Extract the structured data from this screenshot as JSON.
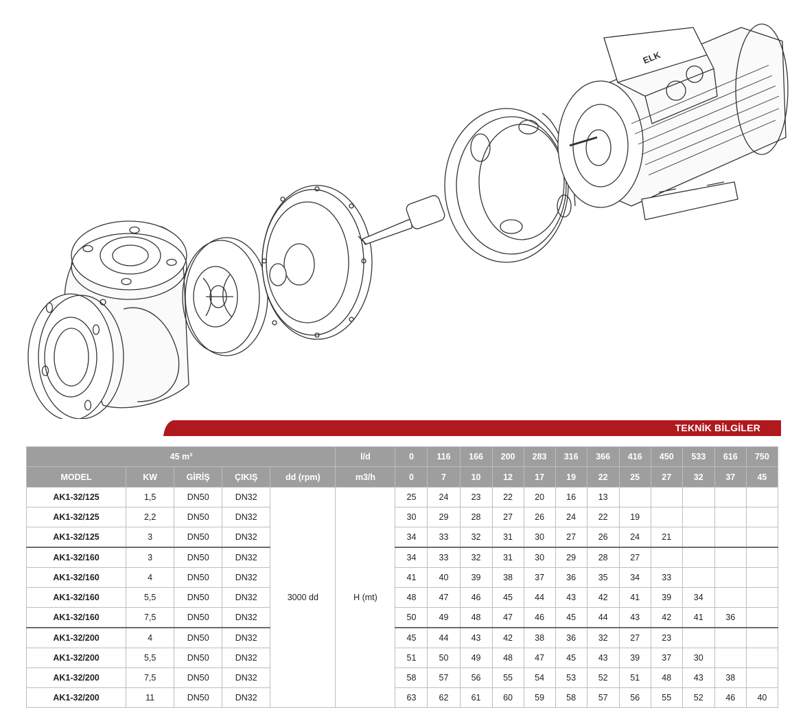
{
  "brand_logo_text": "ELK",
  "section_title": "TEKNİK BİLGİLER",
  "colors": {
    "banner": "#b0191e",
    "header_bg": "#9e9e9e",
    "header_text": "#ffffff",
    "grid": "#bdbdbd"
  },
  "table": {
    "header_row1": {
      "capacity_label": "45 m³",
      "unit_label": "l/d",
      "flow_values": [
        "0",
        "116",
        "166",
        "200",
        "283",
        "316",
        "366",
        "416",
        "450",
        "533",
        "616",
        "750"
      ]
    },
    "header_row2": {
      "model": "MODEL",
      "kw": "KW",
      "inlet": "GİRİŞ",
      "outlet": "ÇIKIŞ",
      "speed": "dd (rpm)",
      "unit_label": "m3/h",
      "flow_values": [
        "0",
        "7",
        "10",
        "12",
        "17",
        "19",
        "22",
        "25",
        "27",
        "32",
        "37",
        "45"
      ]
    },
    "speed_value": "3000 dd",
    "head_label": "H (mt)",
    "rows": [
      {
        "model": "AK1-32/125",
        "kw": "1,5",
        "inlet": "DN50",
        "outlet": "DN32",
        "values": [
          "25",
          "24",
          "23",
          "22",
          "20",
          "16",
          "13",
          "",
          "",
          "",
          "",
          ""
        ]
      },
      {
        "model": "AK1-32/125",
        "kw": "2,2",
        "inlet": "DN50",
        "outlet": "DN32",
        "values": [
          "30",
          "29",
          "28",
          "27",
          "26",
          "24",
          "22",
          "19",
          "",
          "",
          "",
          ""
        ]
      },
      {
        "model": "AK1-32/125",
        "kw": "3",
        "inlet": "DN50",
        "outlet": "DN32",
        "values": [
          "34",
          "33",
          "32",
          "31",
          "30",
          "27",
          "26",
          "24",
          "21",
          "",
          "",
          ""
        ]
      },
      {
        "model": "AK1-32/160",
        "kw": "3",
        "inlet": "DN50",
        "outlet": "DN32",
        "values": [
          "34",
          "33",
          "32",
          "31",
          "30",
          "29",
          "28",
          "27",
          "",
          "",
          "",
          ""
        ]
      },
      {
        "model": "AK1-32/160",
        "kw": "4",
        "inlet": "DN50",
        "outlet": "DN32",
        "values": [
          "41",
          "40",
          "39",
          "38",
          "37",
          "36",
          "35",
          "34",
          "33",
          "",
          "",
          ""
        ]
      },
      {
        "model": "AK1-32/160",
        "kw": "5,5",
        "inlet": "DN50",
        "outlet": "DN32",
        "values": [
          "48",
          "47",
          "46",
          "45",
          "44",
          "43",
          "42",
          "41",
          "39",
          "34",
          "",
          ""
        ]
      },
      {
        "model": "AK1-32/160",
        "kw": "7,5",
        "inlet": "DN50",
        "outlet": "DN32",
        "values": [
          "50",
          "49",
          "48",
          "47",
          "46",
          "45",
          "44",
          "43",
          "42",
          "41",
          "36",
          ""
        ]
      },
      {
        "model": "AK1-32/200",
        "kw": "4",
        "inlet": "DN50",
        "outlet": "DN32",
        "values": [
          "45",
          "44",
          "43",
          "42",
          "38",
          "36",
          "32",
          "27",
          "23",
          "",
          "",
          ""
        ]
      },
      {
        "model": "AK1-32/200",
        "kw": "5,5",
        "inlet": "DN50",
        "outlet": "DN32",
        "values": [
          "51",
          "50",
          "49",
          "48",
          "47",
          "45",
          "43",
          "39",
          "37",
          "30",
          "",
          ""
        ]
      },
      {
        "model": "AK1-32/200",
        "kw": "7,5",
        "inlet": "DN50",
        "outlet": "DN32",
        "values": [
          "58",
          "57",
          "56",
          "55",
          "54",
          "53",
          "52",
          "51",
          "48",
          "43",
          "38",
          ""
        ]
      },
      {
        "model": "AK1-32/200",
        "kw": "11",
        "inlet": "DN50",
        "outlet": "DN32",
        "values": [
          "63",
          "62",
          "61",
          "60",
          "59",
          "58",
          "57",
          "56",
          "55",
          "52",
          "46",
          "40"
        ]
      }
    ]
  }
}
